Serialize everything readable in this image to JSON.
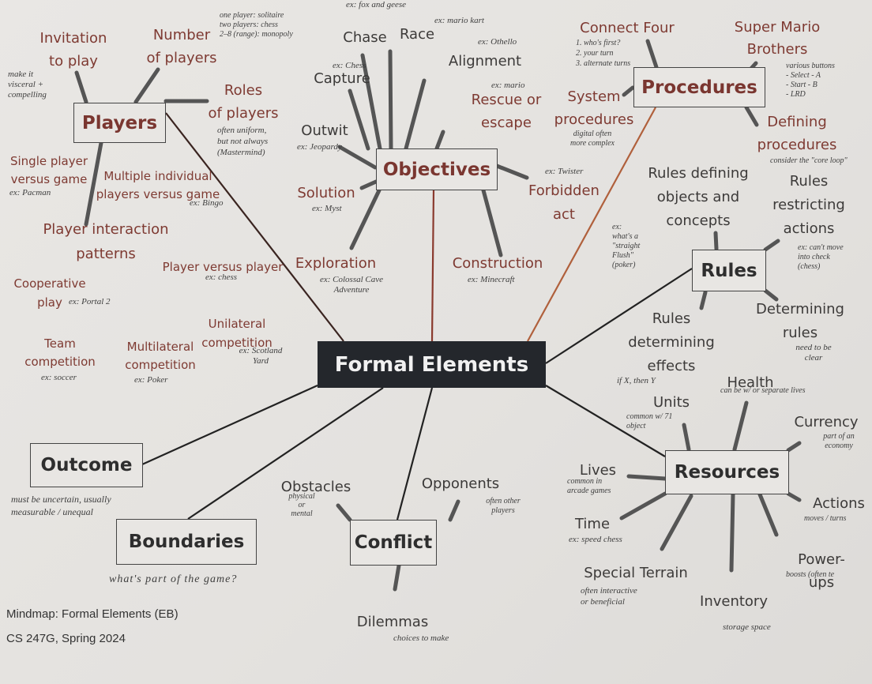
{
  "center": "Formal Elements",
  "footer": {
    "line1": "Mindmap: Formal Elements (EB)",
    "line2": "CS 247G, Spring 2024"
  },
  "colors": {
    "background": "#e6e4e1",
    "brown": "#7e3a32",
    "center_box": "#24272c",
    "spoke": "#555555"
  },
  "players": {
    "label": "Players",
    "invitation": "Invitation\nto play",
    "invitation_note": "make it\nvisceral +\ncompelling",
    "number": "Number\nof players",
    "number_note": "one player: solitaire\ntwo players: chess\n2–8 (range): monopoly",
    "roles": "Roles\nof players",
    "roles_note": "often uniform,\nbut not always\n(Mastermind)",
    "interaction": "Player interaction\npatterns",
    "single": "Single player\nversus game",
    "single_note": "ex: Pacman",
    "multiple": "Multiple individual\nplayers versus game",
    "multiple_note": "ex: Bingo",
    "pvp": "Player versus player",
    "pvp_note": "ex: chess",
    "coop": "Cooperative\nplay",
    "coop_note": "ex: Portal 2",
    "unilateral": "Unilateral\ncompetition",
    "unilateral_note": "ex: Scotland\nYard",
    "team": "Team\ncompetition",
    "team_note": "ex: soccer",
    "multilateral": "Multilateral\ncompetition",
    "multilateral_note": "ex: Poker"
  },
  "objectives": {
    "label": "Objectives",
    "top_note": "ex: fox and geese",
    "chase": "Chase",
    "race": "Race",
    "race_note": "ex: mario kart",
    "capture": "Capture",
    "capture_note": "ex: Chess",
    "alignment": "Alignment",
    "alignment_note": "ex: Othello",
    "rescue": "Rescue or\nescape",
    "rescue_note": "ex: mario",
    "outwit": "Outwit",
    "outwit_note": "ex: Jeopardy",
    "solution": "Solution",
    "solution_note": "ex: Myst",
    "forbidden": "Forbidden\nact",
    "forbidden_note": "ex: Twister",
    "exploration": "Exploration",
    "exploration_note": "ex: Colossal Cave\nAdventure",
    "construction": "Construction",
    "construction_note": "ex: Minecraft"
  },
  "procedures": {
    "label": "Procedures",
    "connect": "Connect Four",
    "connect_note": "1. who's first?\n2. your turn\n3. alternate turns",
    "mario": "Super Mario\nBrothers",
    "mario_note": "various buttons\n- Select   - A\n- Start    - B\n- LRD",
    "system": "System\nprocedures",
    "system_note": "digital often\nmore complex",
    "defining": "Defining\nprocedures",
    "defining_note": "consider the \"core loop\""
  },
  "rules": {
    "label": "Rules",
    "objects": "Rules defining\nobjects and\nconcepts",
    "objects_note": "ex:\nwhat's a\n\"straight\nFlush\"\n(poker)",
    "restricting": "Rules\nrestricting\nactions",
    "restricting_note": "ex: can't move\ninto check\n(chess)",
    "effects": "Rules\ndetermining\neffects",
    "effects_note": "if X, then Y",
    "determining": "Determining\nrules",
    "determining_note": "need to be\nclear"
  },
  "resources": {
    "label": "Resources",
    "health": "Health",
    "health_note": "can be w/ or separate lives",
    "units": "Units",
    "units_note": "common w/ 71\nobject",
    "currency": "Currency",
    "currency_note": "part of an\neconomy",
    "lives": "Lives",
    "lives_note": "common in\narcade games",
    "time": "Time",
    "time_note": "ex: speed chess",
    "terrain": "Special Terrain",
    "terrain_note": "often interactive\nor beneficial",
    "inventory": "Inventory",
    "inventory_note": "storage space",
    "powerups": "Power-ups",
    "powerups_note": "boosts (often te",
    "actions": "Actions",
    "actions_note": "moves / turns"
  },
  "conflict": {
    "label": "Conflict",
    "obstacles": "Obstacles",
    "obstacles_note": "physical\nor\nmental",
    "opponents": "Opponents",
    "opponents_note": "often other\nplayers",
    "dilemmas": "Dilemmas",
    "dilemmas_note": "choices to make"
  },
  "outcome": {
    "label": "Outcome",
    "note": "must be uncertain, usually\nmeasurable / unequal"
  },
  "boundaries": {
    "label": "Boundaries",
    "note": "what's part of the game?"
  }
}
